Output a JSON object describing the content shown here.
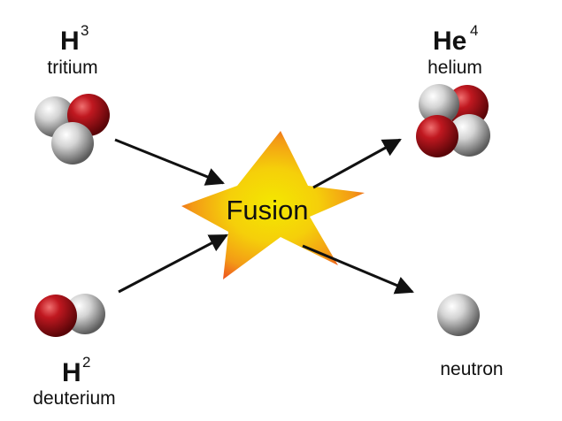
{
  "reactants": {
    "tritium": {
      "symbol": "H",
      "mass_number": "3",
      "name": "tritium"
    },
    "deuterium": {
      "symbol": "H",
      "mass_number": "2",
      "name": "deuterium"
    }
  },
  "products": {
    "helium": {
      "symbol": "He",
      "mass_number": "4",
      "name": "helium"
    },
    "neutron": {
      "name": "neutron"
    }
  },
  "center": {
    "label": "Fusion"
  },
  "colors": {
    "proton": "#b3101a",
    "neutron": "#c8c8c8",
    "star_outer": "#f26a1c",
    "star_inner": "#f5d80a",
    "arrow": "#111111"
  }
}
